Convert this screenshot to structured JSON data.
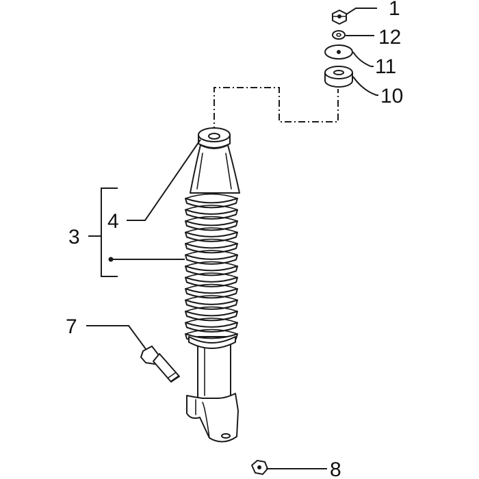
{
  "labels": {
    "l1": "1",
    "l12": "12",
    "l11": "11",
    "l10": "10",
    "l3": "3",
    "l4": "4",
    "l7": "7",
    "l8": "8"
  }
}
